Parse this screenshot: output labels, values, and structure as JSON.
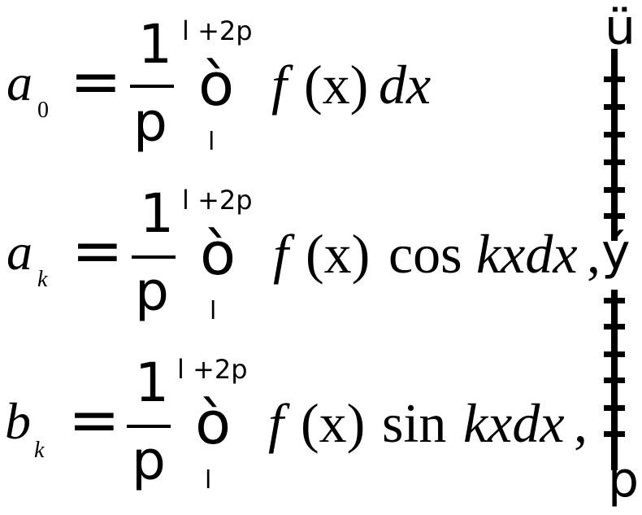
{
  "formulas": [
    {
      "lhs_letter": "a",
      "lhs_sub": "0",
      "equals": "=",
      "numerator": "1",
      "denominator": "p",
      "integral_sign": "ò",
      "upper_limit": "l +2p",
      "lower_limit": "l",
      "integrand_f": "f",
      "integrand_arg": "(x)",
      "integrand_mid": "",
      "integrand_tail": "dx",
      "trailing": ""
    },
    {
      "lhs_letter": "a",
      "lhs_sub": "k",
      "equals": "=",
      "numerator": "1",
      "denominator": "p",
      "integral_sign": "ò",
      "upper_limit": "l +2p",
      "lower_limit": "l",
      "integrand_f": "f",
      "integrand_arg": "(x)",
      "integrand_mid": "cos",
      "integrand_tail": "kxdx",
      "trailing": ","
    },
    {
      "lhs_letter": "b",
      "lhs_sub": "k",
      "equals": "=",
      "numerator": "1",
      "denominator": "p",
      "integral_sign": "ò",
      "upper_limit": "l +2p",
      "lower_limit": "l",
      "integrand_f": "f",
      "integrand_arg": "(x)",
      "integrand_mid": "sin",
      "integrand_tail": "kxdx",
      "trailing": ","
    }
  ],
  "brace": {
    "top_glyph": "ü",
    "middle_glyph": "ý",
    "bottom_glyph": "þ"
  }
}
